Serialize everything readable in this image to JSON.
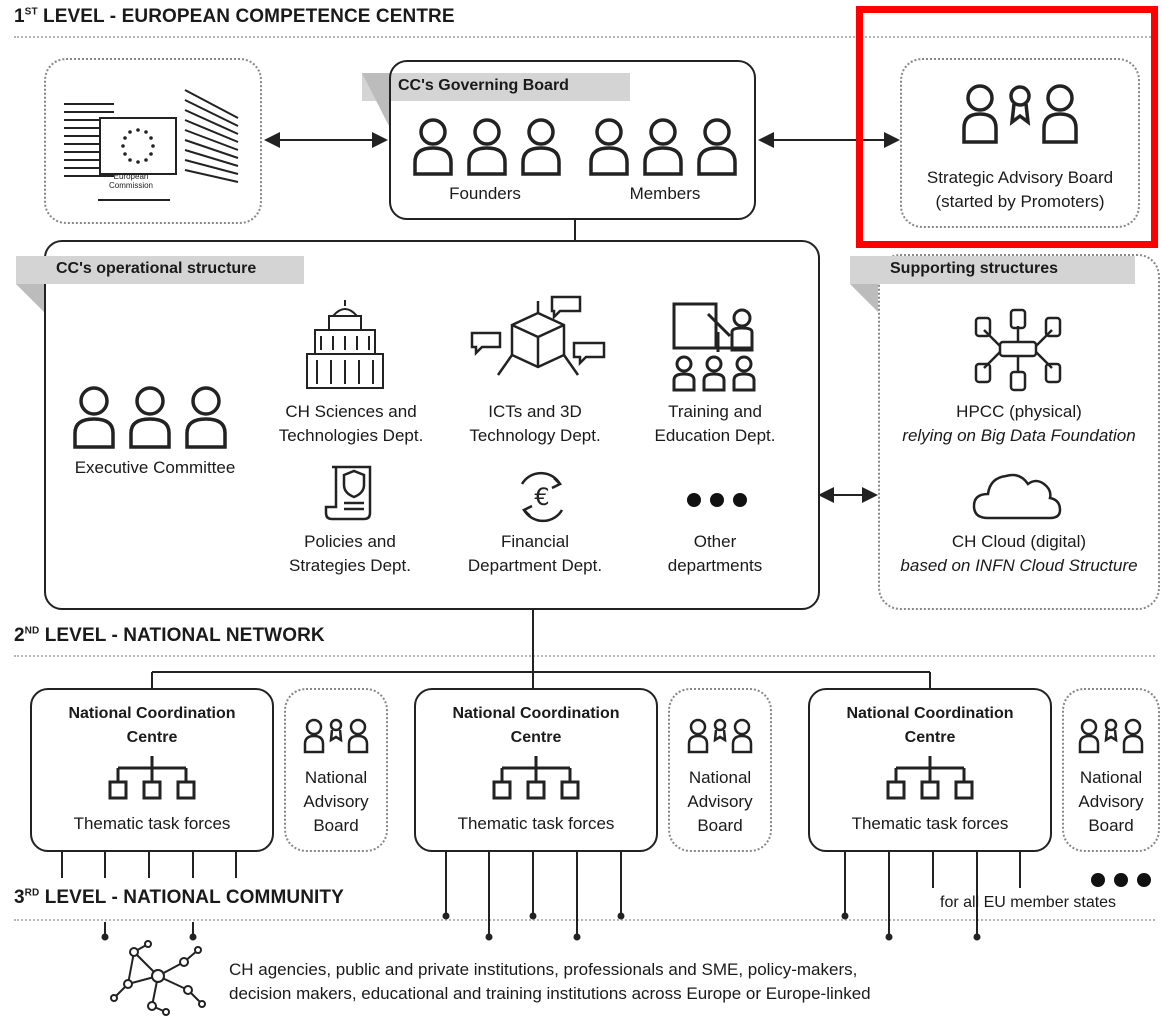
{
  "levels": {
    "level1": {
      "num": "1",
      "sup": "ST",
      "text": " LEVEL - EUROPEAN COMPETENCE CENTRE"
    },
    "level2": {
      "num": "2",
      "sup": "ND",
      "text": " LEVEL - NATIONAL NETWORK"
    },
    "level3": {
      "num": "3",
      "sup": "RD",
      "text": " LEVEL - NATIONAL COMMUNITY"
    }
  },
  "commission": {
    "line1": "European",
    "line2": "Commission"
  },
  "governing_board": {
    "title": "CC's Governing Board",
    "founders": "Founders",
    "members": "Members"
  },
  "advisory": {
    "line1": "Strategic Advisory Board",
    "line2": "(started by Promoters)"
  },
  "operational": {
    "title": "CC's operational structure",
    "executive": "Executive Committee",
    "ch_sciences": {
      "line1": "CH Sciences and",
      "line2": "Technologies Dept."
    },
    "icts": {
      "line1": "ICTs and 3D",
      "line2": "Technology Dept."
    },
    "training": {
      "line1": "Training and",
      "line2": "Education Dept."
    },
    "policies": {
      "line1": "Policies and",
      "line2": "Strategies Dept."
    },
    "financial": {
      "line1": "Financial",
      "line2": "Department Dept."
    },
    "other": {
      "line1": "Other",
      "line2": "departments"
    }
  },
  "supporting": {
    "title": "Supporting structures",
    "hpcc": {
      "line1": "HPCC (physical)",
      "line2": "relying on Big Data Foundation"
    },
    "cloud": {
      "line1": "CH Cloud (digital)",
      "line2": "based on INFN Cloud Structure"
    }
  },
  "national": {
    "centre_line1": "National Coordination",
    "centre_line2": "Centre",
    "task_forces": "Thematic task forces",
    "advisory_line1": "National",
    "advisory_line2": "Advisory",
    "advisory_line3": "Board"
  },
  "all_states": "for all EU member states",
  "community": {
    "line1": "CH agencies, public and private institutions, professionals and SME, policy-makers,",
    "line2": "decision makers, educational and training institutions across Europe or Europe-linked"
  },
  "highlight_color": "#ff0000",
  "tag_color": "#d4d4d4"
}
